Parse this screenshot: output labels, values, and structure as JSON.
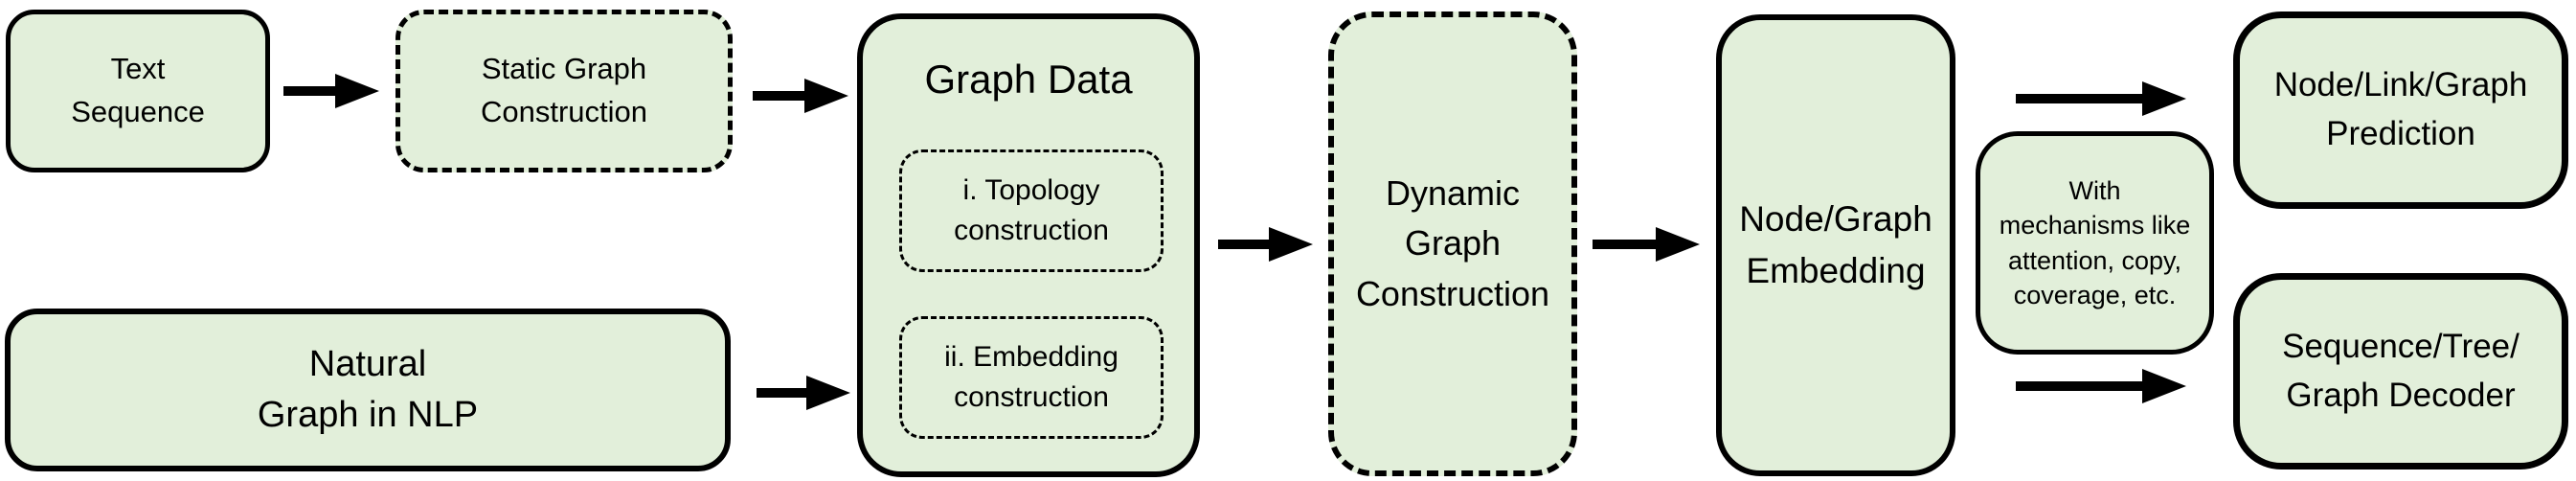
{
  "colors": {
    "background": "#ffffff",
    "box_fill": "#e2efda",
    "border": "#000000",
    "arrow": "#000000",
    "text": "#000000"
  },
  "nodes": {
    "text_sequence": {
      "label": "Text\nSequence"
    },
    "static_graph_construction": {
      "label": "Static Graph\nConstruction"
    },
    "natural_graph": {
      "label": "Natural\nGraph in NLP"
    },
    "graph_data": {
      "title": "Graph Data",
      "topology": {
        "label": "i. Topology\nconstruction"
      },
      "embedding": {
        "label": "ii. Embedding\nconstruction"
      }
    },
    "dynamic_graph_construction": {
      "label": "Dynamic\nGraph\nConstruction"
    },
    "node_graph_embedding": {
      "label": "Node/Graph\nEmbedding"
    },
    "with_mechanisms": {
      "label": "With\nmechanisms like\nattention, copy,\ncoverage, etc."
    },
    "node_link_graph_prediction": {
      "label": "Node/Link/Graph\nPrediction"
    },
    "sequence_tree_graph_decoder": {
      "label": "Sequence/Tree/\nGraph Decoder"
    }
  }
}
